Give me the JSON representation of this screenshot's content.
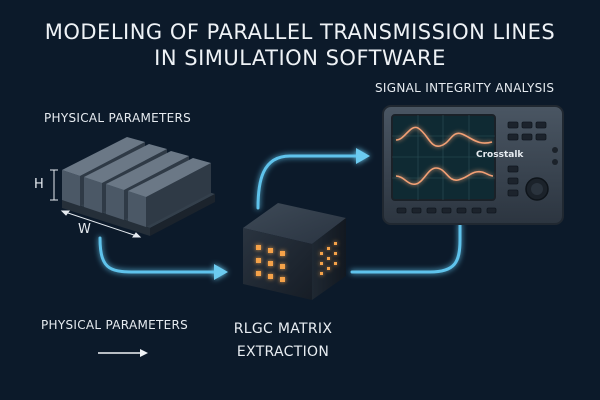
{
  "title": {
    "line1": "MODELING OF PARALLEL TRANSMISSION LINES",
    "line2": "IN SIMULATION SOFTWARE"
  },
  "labels": {
    "physical_parameters_top": "PHYSICAL PARAMETERS",
    "physical_parameters_bottom": "PHYSICAL PARAMETERS",
    "signal_integrity": "SIGNAL INTEGRITY ANALYSIS",
    "rlgc_line1": "RLGC MATRIX",
    "rlgc_line2": "EXTRACTION",
    "dimension_h": "H",
    "dimension_w": "W",
    "crosstalk": "Crosstalk"
  },
  "colors": {
    "background": "#0c1a2a",
    "arrow_glow": "#62c6ee",
    "cube_light": "#f29a45",
    "waveform": "#f0a070",
    "screen": "#0f2a33"
  },
  "icons": [
    "transmission-lines-icon",
    "matrix-cube-icon",
    "oscilloscope-icon",
    "right-arrow-icon"
  ]
}
